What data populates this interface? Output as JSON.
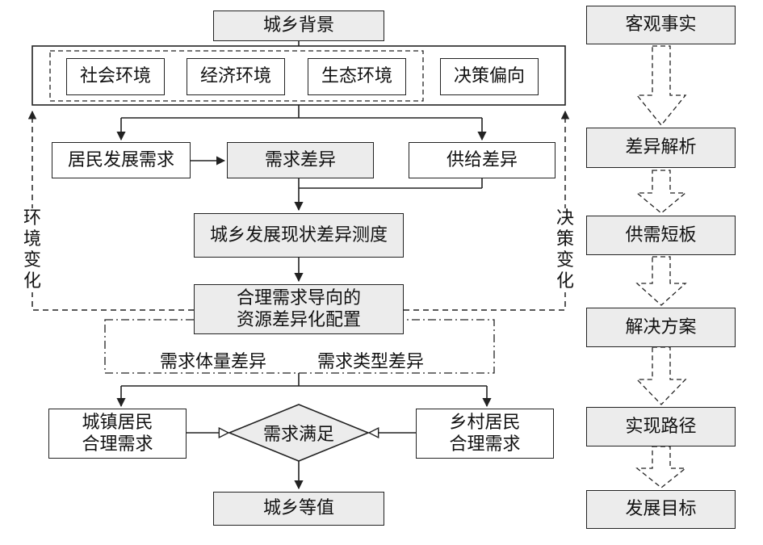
{
  "main": {
    "top": "城乡背景",
    "context": [
      "社会环境",
      "经济环境",
      "生态环境",
      "决策偏向"
    ],
    "residents_demand": "居民发展需求",
    "demand_diff": "需求差异",
    "supply_diff": "供给差异",
    "measure": "城乡发展现状差异测度",
    "allocation": "合理需求导向的\n资源差异化配置",
    "volume_diff": "需求体量差异",
    "type_diff": "需求类型差异",
    "urban": "城镇居民\n合理需求",
    "rural": "乡村居民\n合理需求",
    "satisfy": "需求满足",
    "equal": "城乡等值",
    "left_side": "环境变化",
    "right_side": "决策变化"
  },
  "right_column": [
    "客观事实",
    "差异解析",
    "供需短板",
    "解决方案",
    "实现路径",
    "发展目标"
  ],
  "colors": {
    "box_fill": "#ececec",
    "stroke": "#222222"
  }
}
